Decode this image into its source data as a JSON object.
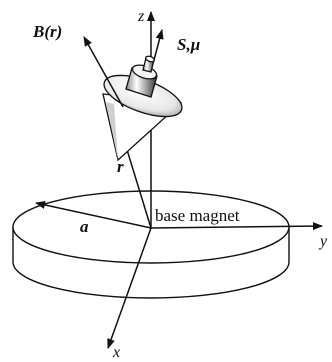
{
  "labels": {
    "B_field": "B(r)",
    "spin_mu": "S,μ",
    "axis_z": "z",
    "axis_y": "y",
    "axis_x": "x",
    "position_vector": "r",
    "radius": "a",
    "base_magnet": "base magnet"
  },
  "colors": {
    "stroke": "#111111",
    "background": "#ffffff"
  }
}
